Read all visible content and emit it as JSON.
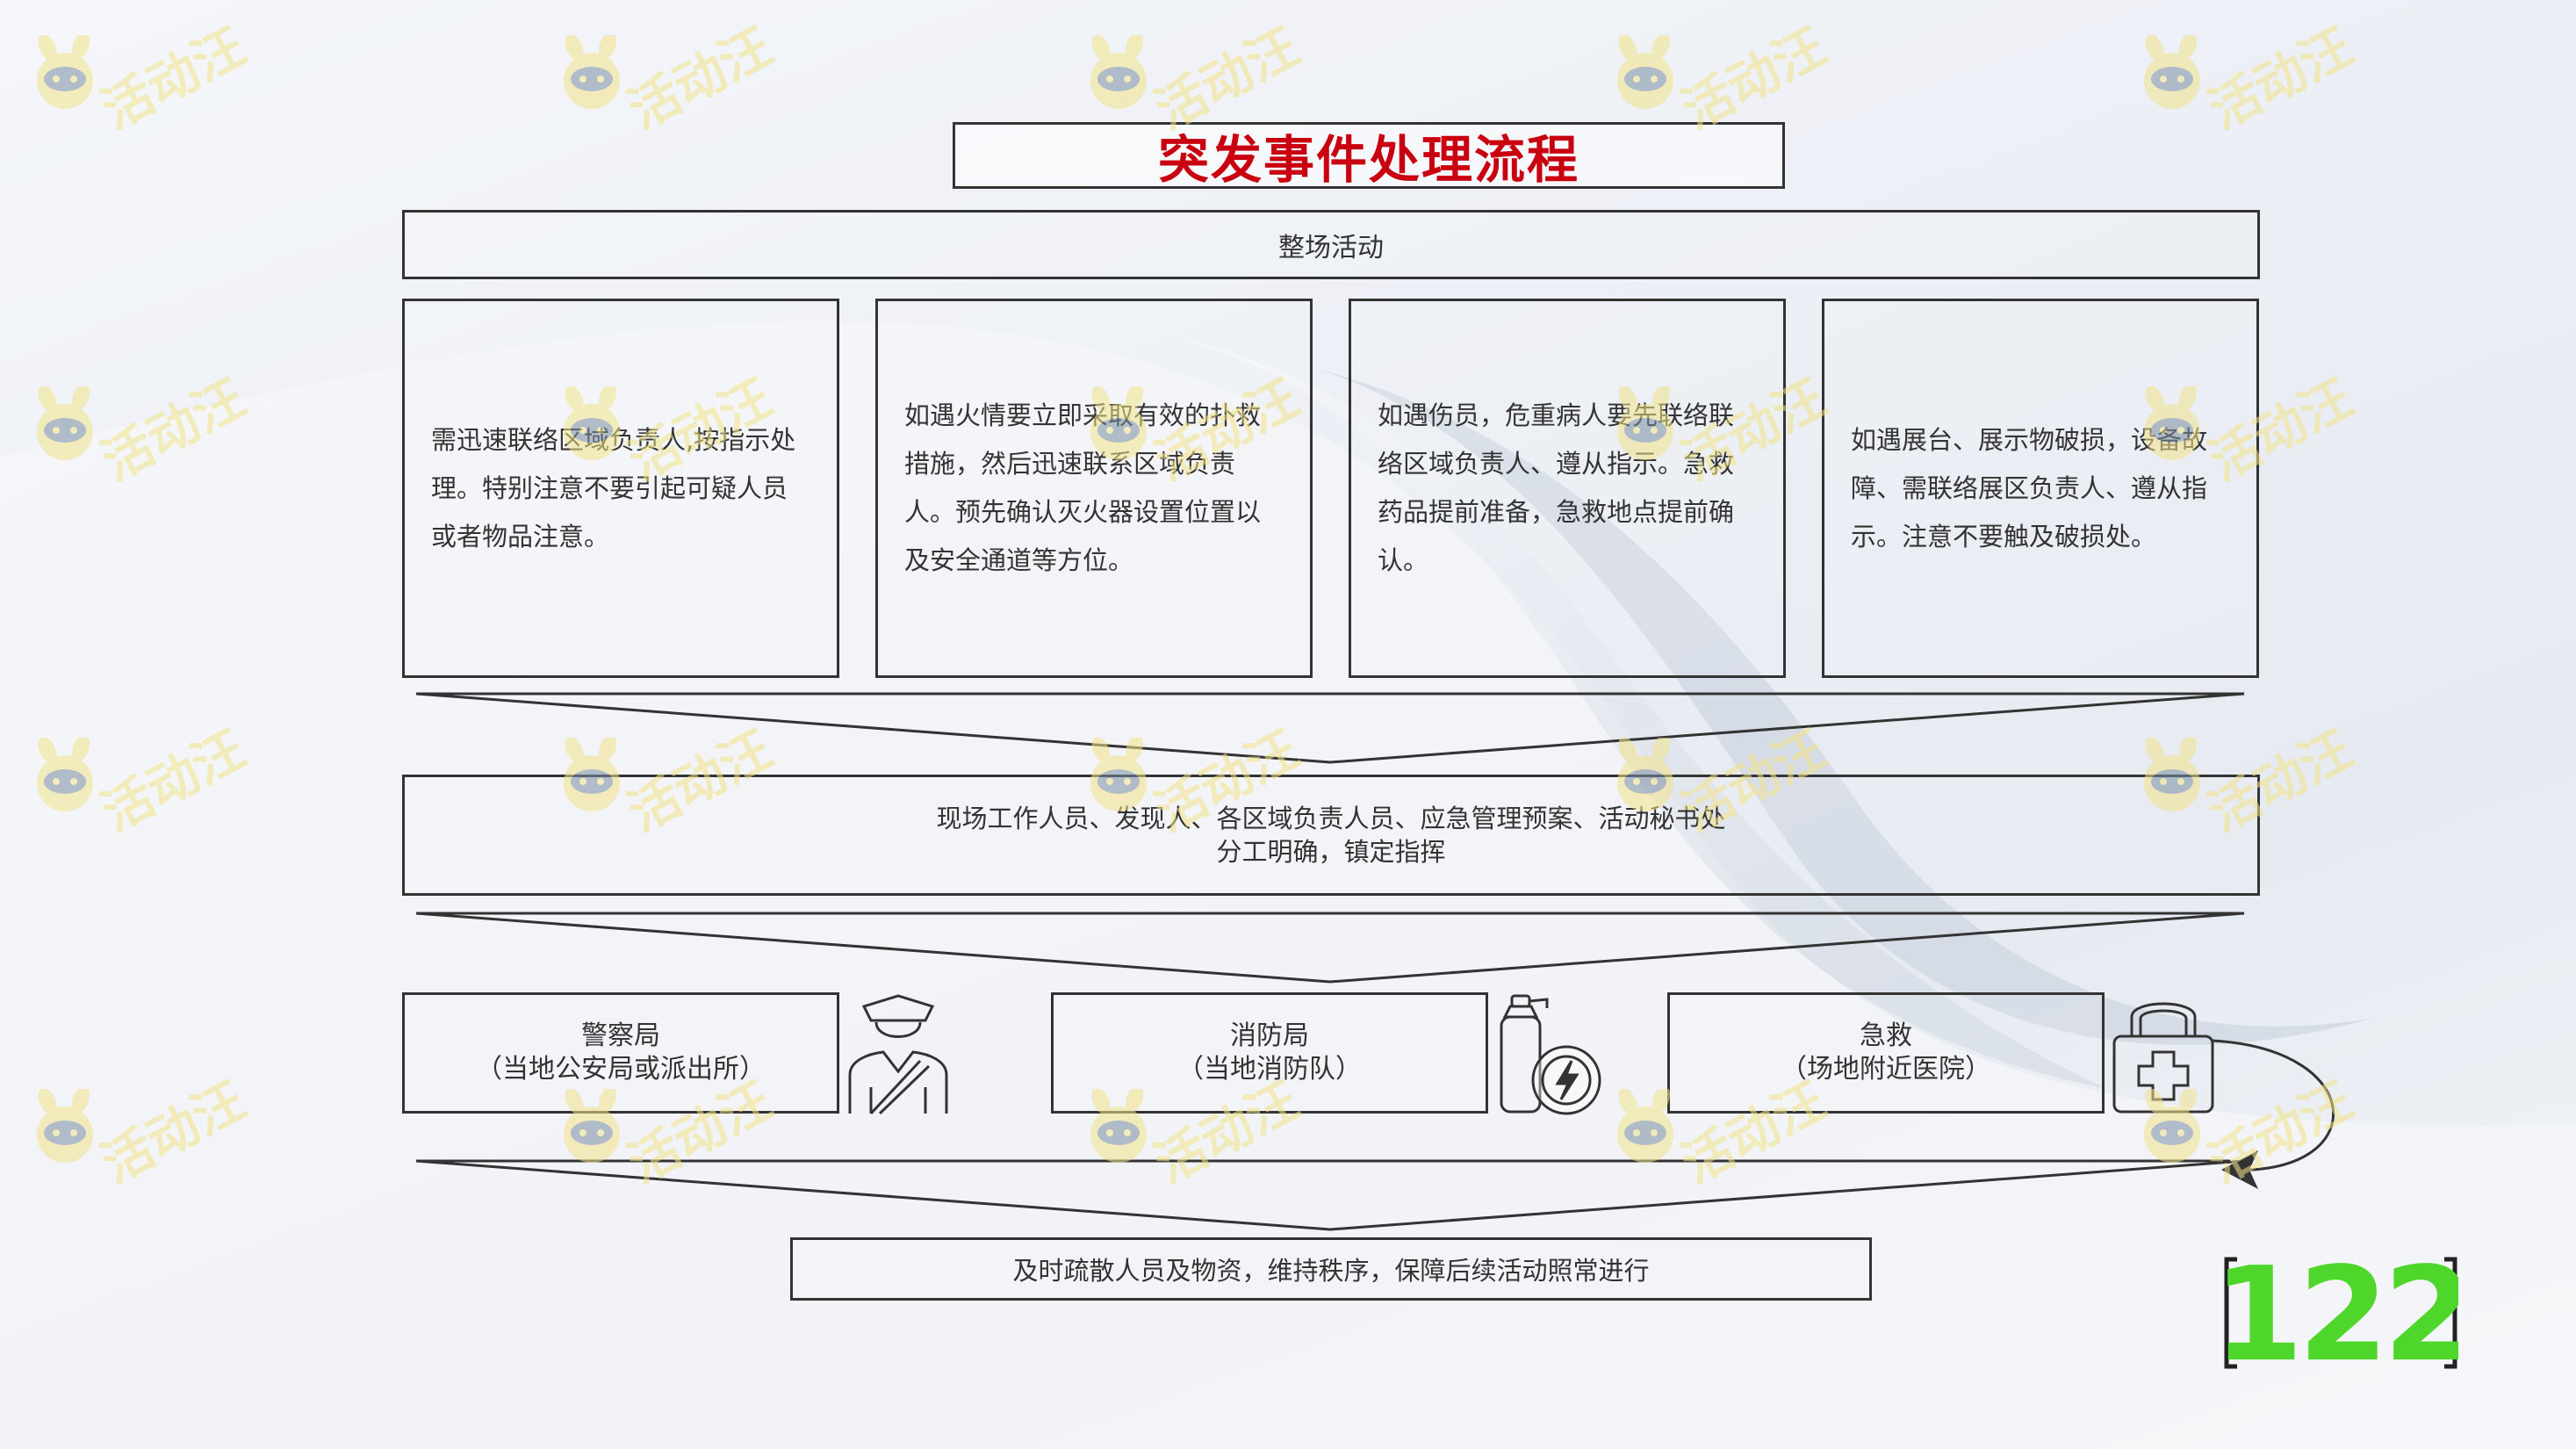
{
  "title": "突发事件处理流程",
  "whole_event": "整场活动",
  "cards": [
    "需迅速联络区域负责人,按指示处理。特别注意不要引起可疑人员或者物品注意。",
    "如遇火情要立即采取有效的扑救措施，然后迅速联系区域负责人。预先确认灭火器设置位置以及安全通道等方位。",
    "如遇伤员，危重病人要先联络联络区域负责人、遵从指示。急救药品提前准备，急救地点提前确认。",
    "如遇展台、展示物破损，设备故障、需联络展区负责人、遵从指示。注意不要触及破损处。"
  ],
  "middle": {
    "line1": "现场工作人员、发现人、各区域负责人员、应急管理预案、活动秘书处",
    "line2": "分工明确，镇定指挥"
  },
  "agencies": [
    {
      "name": "警察局",
      "detail": "（当地公安局或派出所）",
      "icon": "police-officer-icon"
    },
    {
      "name": "消防局",
      "detail": "（当地消防队）",
      "icon": "fire-extinguisher-icon"
    },
    {
      "name": "急救",
      "detail": "（场地附近医院）",
      "icon": "first-aid-kit-icon"
    }
  ],
  "final": "及时疏散人员及物资，维持秩序，保障后续活动照常进行",
  "page_number": "122",
  "watermark_text": "活动汪",
  "colors": {
    "title": "#c9000f",
    "page_number": "#4fd62a",
    "line": "#333333",
    "watermark": "#f2e38a"
  }
}
